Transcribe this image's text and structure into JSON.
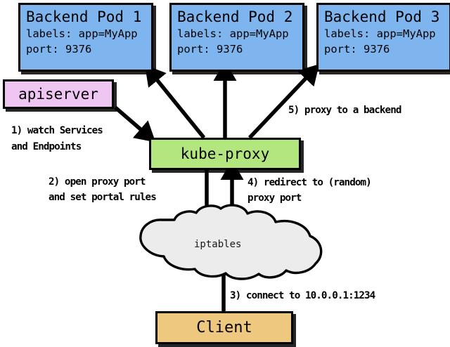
{
  "diagram": {
    "title": "kube-proxy service proxying flow",
    "colors": {
      "pod_fill": "#7fb5ef",
      "apiserver_fill": "#efc5f2",
      "kubeproxy_fill": "#b3e67f",
      "client_fill": "#eec徐"
    }
  },
  "pods": [
    {
      "title": "Backend Pod 1",
      "labels_line": "labels: app=MyApp",
      "port_line": "port: 9376"
    },
    {
      "title": "Backend Pod 2",
      "labels_line": "labels: app=MyApp",
      "port_line": "port: 9376"
    },
    {
      "title": "Backend Pod 3",
      "labels_line": "labels: app=MyApp",
      "port_line": "port: 9376"
    }
  ],
  "nodes": {
    "apiserver": "apiserver",
    "kube_proxy": "kube-proxy",
    "iptables": "iptables",
    "client": "Client"
  },
  "steps": {
    "one_line1": "1) watch Services",
    "one_line2": "and Endpoints",
    "two_line1": "2) open proxy port",
    "two_line2": "and set portal rules",
    "three": "3) connect to 10.0.0.1:1234",
    "four_line1": "4) redirect to (random)",
    "four_line2": "proxy port",
    "five": "5) proxy to a backend"
  }
}
